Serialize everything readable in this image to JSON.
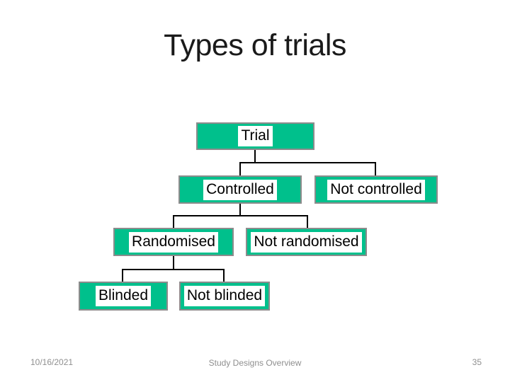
{
  "slide": {
    "title": "Types of trials",
    "tree": {
      "root": {
        "label": "Trial",
        "children": [
          {
            "label": "Controlled",
            "children": [
              {
                "label": "Randomised",
                "children": [
                  {
                    "label": "Blinded"
                  },
                  {
                    "label": "Not blinded"
                  }
                ]
              },
              {
                "label": "Not randomised"
              }
            ]
          },
          {
            "label": "Not controlled"
          }
        ]
      }
    },
    "footer": {
      "date": "10/16/2021",
      "title": "Study Designs Overview",
      "page_number": "35"
    },
    "colors": {
      "node_fill": "#00c08c",
      "node_border": "#8c8c8c",
      "node_text": "#000000",
      "node_text_highlight": "#ffffff",
      "connector": "#000000",
      "title_text": "#1a1a1a",
      "footer_text": "#8f8f8f",
      "background": "#ffffff"
    }
  }
}
